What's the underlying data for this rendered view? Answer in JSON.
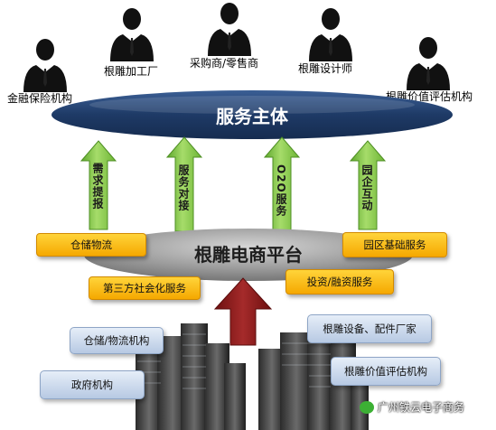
{
  "top_roles": [
    {
      "label": "金融保险机构"
    },
    {
      "label": "根雕加工厂"
    },
    {
      "label": "采购商/零售商"
    },
    {
      "label": "根雕设计师"
    },
    {
      "label": "根雕价值评估机构"
    }
  ],
  "service_subject": "服务主体",
  "up_arrows": [
    {
      "label": "需求提报"
    },
    {
      "label": "服务对接"
    },
    {
      "label": "O2O服务"
    },
    {
      "label": "园企互动"
    }
  ],
  "platform": "根雕电商平台",
  "platform_services": [
    {
      "label": "仓储物流"
    },
    {
      "label": "园区基础服务"
    },
    {
      "label": "第三方社会化服务"
    },
    {
      "label": "投资/融资服务"
    }
  ],
  "bottom_orgs": [
    {
      "label": "仓储/物流机构"
    },
    {
      "label": "政府机构"
    },
    {
      "label": "根雕设备、配件厂家"
    },
    {
      "label": "根雕价值评估机构"
    }
  ],
  "watermark": "广州铁云电子商务",
  "colors": {
    "ellipse_dark": "#1f3d6b",
    "arrow_green": "#7dc242",
    "arrow_red": "#8b1a1a",
    "orange": "#f5a800",
    "platform_gray": "#8c8c8c"
  }
}
